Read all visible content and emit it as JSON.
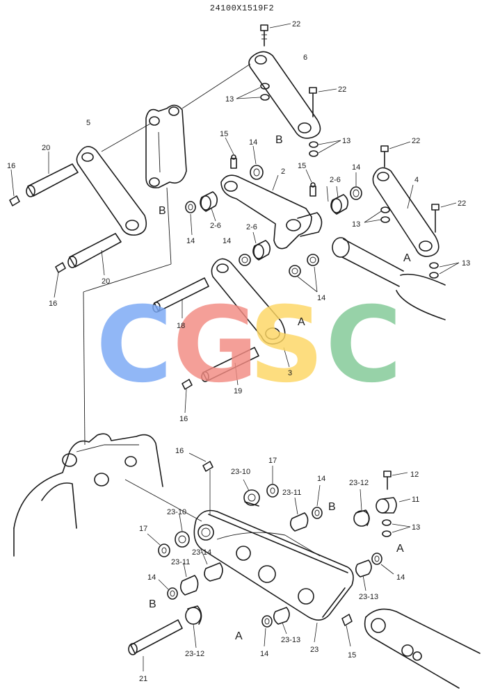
{
  "drawing": {
    "number": "24100X1519F2"
  },
  "watermark": {
    "letters": [
      {
        "char": "C",
        "color": "#7aa8f5"
      },
      {
        "char": "G",
        "color": "#f28b82"
      },
      {
        "char": "S",
        "color": "#fdd663"
      },
      {
        "char": "C",
        "color": "#81c995"
      }
    ]
  },
  "callouts": {
    "c22a": "22",
    "c6": "6",
    "c13a": "13",
    "c22b": "22",
    "cBa": "B",
    "c13b": "13",
    "c22c": "22",
    "c5": "5",
    "c20a": "20",
    "c16a": "16",
    "cBb": "B",
    "c15a": "15",
    "c14a": "14",
    "c2": "2",
    "c15b": "15",
    "c26a": "2-6",
    "c14b": "14",
    "c4": "4",
    "c22d": "22",
    "c13c": "13",
    "cAa": "A",
    "c13d": "13",
    "c14c": "14",
    "c26b": "2-6",
    "c14d": "14",
    "c26c": "2-6",
    "c14e": "14",
    "c20b": "20",
    "c16b": "16",
    "c18": "18",
    "cAb": "A",
    "c3": "3",
    "c19": "19",
    "c16c": "16",
    "c16d": "16",
    "c2310a": "23-10",
    "c17a": "17",
    "c14f": "14",
    "c2311a": "23-11",
    "cBc": "B",
    "c2312a": "23-12",
    "c12": "12",
    "c11": "11",
    "c13e": "13",
    "c17b": "17",
    "c2310b": "23-10",
    "c2314": "23-14",
    "c2311b": "23-11",
    "c14g": "14",
    "cBd": "B",
    "cAc": "A",
    "c14h": "14",
    "c2313a": "23-13",
    "c2312b": "23-12",
    "cAd": "A",
    "c14i": "14",
    "c2313b": "23-13",
    "c23": "23",
    "c15c": "15",
    "c21": "21"
  }
}
